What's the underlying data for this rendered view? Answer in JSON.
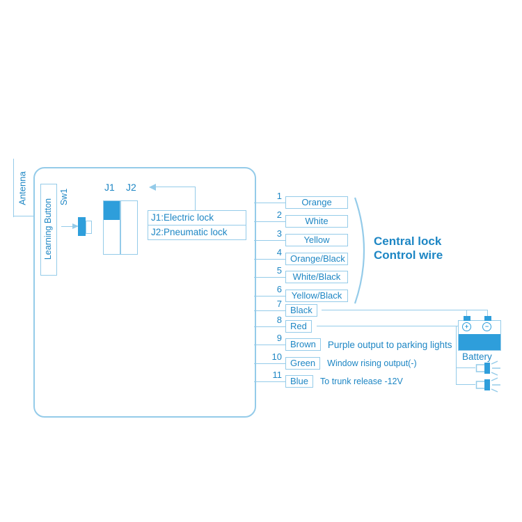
{
  "unit": {
    "antenna_label": "Antenna",
    "learning_button_label": "Learning Button",
    "switch_label": "Sw1",
    "jumper1_label": "J1",
    "jumper2_label": "J2",
    "jumper_note_line1": "J1:Electric lock",
    "jumper_note_line2": "J2:Pneumatic lock"
  },
  "wires": [
    {
      "num": "1",
      "color": "Orange",
      "note": ""
    },
    {
      "num": "2",
      "color": "White",
      "note": ""
    },
    {
      "num": "3",
      "color": "Yellow",
      "note": ""
    },
    {
      "num": "4",
      "color": "Orange/Black",
      "note": ""
    },
    {
      "num": "5",
      "color": "White/Black",
      "note": ""
    },
    {
      "num": "6",
      "color": "Yellow/Black",
      "note": ""
    },
    {
      "num": "7",
      "color": "Black",
      "note": ""
    },
    {
      "num": "8",
      "color": "Red",
      "note": ""
    },
    {
      "num": "9",
      "color": "Brown",
      "note": "Purple output to parking lights"
    },
    {
      "num": "10",
      "color": "Green",
      "note": "Window rising output(-)"
    },
    {
      "num": "11",
      "color": "Blue",
      "note": "To trunk release -12V"
    }
  ],
  "group": {
    "label_line1": "Central lock",
    "label_line2": "Control wire"
  },
  "battery": {
    "label": "Battery",
    "positive": "+",
    "negative": "−"
  },
  "colors": {
    "line": "#94cbe9",
    "text": "#1d86c4",
    "fill": "#2e9edb"
  }
}
